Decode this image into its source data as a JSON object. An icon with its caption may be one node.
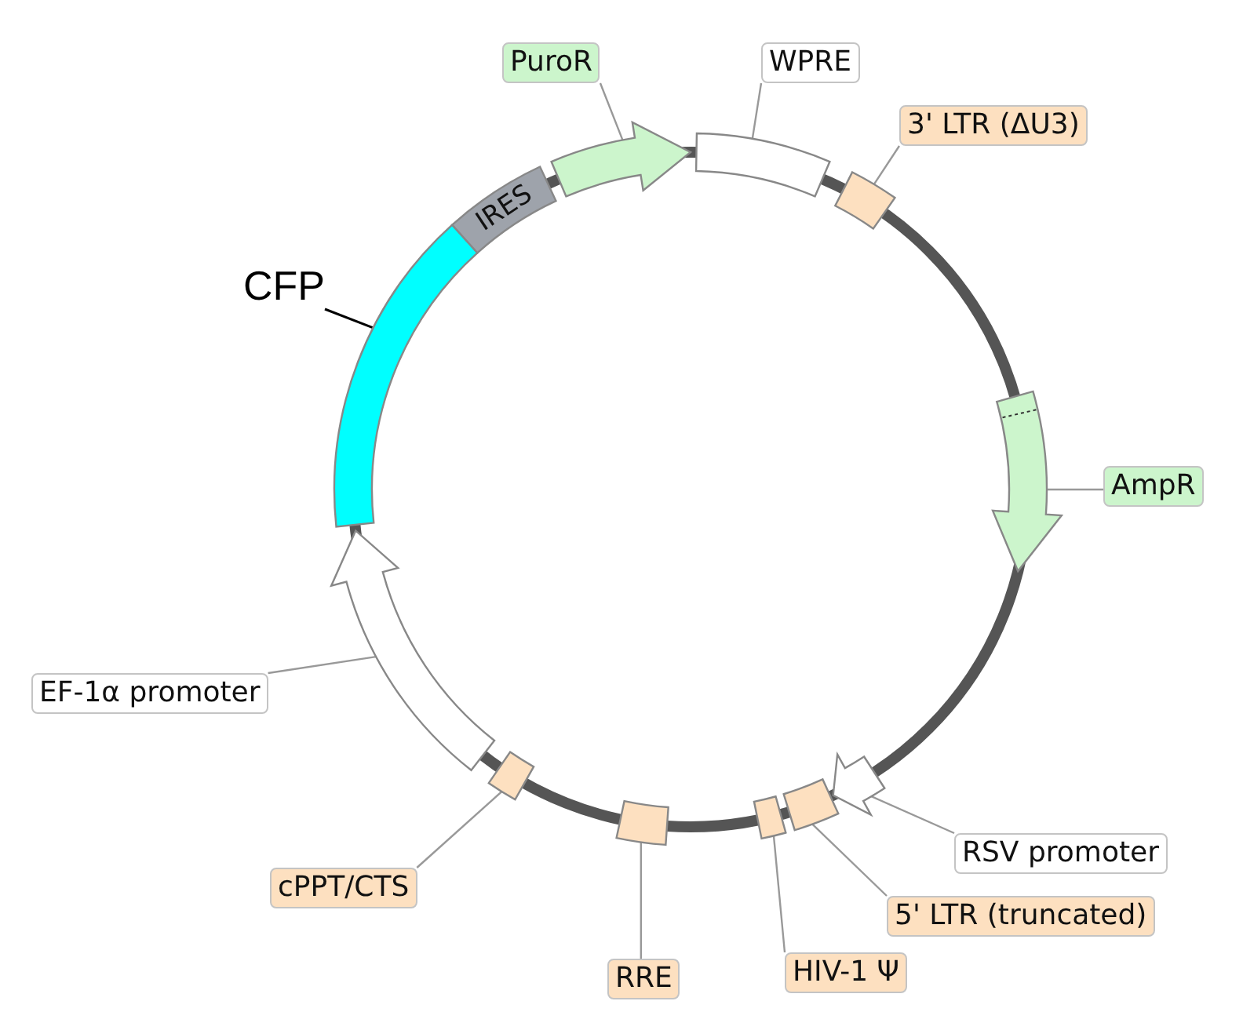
{
  "diagram": {
    "nodes": [
      {
        "text": [
          "PuroR"
        ]
      },
      {
        "text": [],
        "shape": "arrow"
      },
      {
        "text": [
          "WPRE"
        ]
      },
      {
        "text": [],
        "shape": "box"
      },
      {
        "text": [
          "3' LTR (ΔU3)"
        ]
      },
      {
        "text": [],
        "shape": "box"
      },
      {
        "text": [
          "AmpR"
        ]
      },
      {
        "text": [],
        "shape": "arrow"
      },
      {
        "text": [
          "RSV promoter"
        ]
      },
      {
        "text": [],
        "shape": "arrow"
      },
      {
        "text": [
          "5' LTR (truncated)"
        ]
      },
      {
        "text": [],
        "shape": "box"
      },
      {
        "text": [
          "HIV-1 Ψ"
        ]
      },
      {
        "text": [],
        "shape": "box"
      },
      {
        "text": [
          "RRE"
        ]
      },
      {
        "text": [],
        "shape": "box"
      },
      {
        "text": [
          "cPPT/CTS"
        ]
      },
      {
        "text": [],
        "shape": "box"
      },
      {
        "text": [
          "EF-1α promoter"
        ]
      },
      {
        "text": [],
        "shape": "arrow"
      },
      {
        "text": [
          "CFP"
        ]
      },
      {
        "text": [],
        "shape": "box"
      },
      {
        "text": [
          "IRES"
        ]
      }
    ],
    "edges": [
      {
        "from": 0,
        "to": 1,
        "arrow": "none"
      },
      {
        "from": 2,
        "to": 3,
        "arrow": "none"
      },
      {
        "from": 4,
        "to": 5,
        "arrow": "none"
      },
      {
        "from": 6,
        "to": 7,
        "arrow": "none"
      },
      {
        "from": 8,
        "to": 9,
        "arrow": "none"
      },
      {
        "from": 10,
        "to": 11,
        "arrow": "none"
      },
      {
        "from": 12,
        "to": 13,
        "arrow": "none"
      },
      {
        "from": 14,
        "to": 15,
        "arrow": "none"
      },
      {
        "from": 16,
        "to": 17,
        "arrow": "none"
      },
      {
        "from": 18,
        "to": 19,
        "arrow": "none"
      },
      {
        "from": 20,
        "to": 21,
        "arrow": "none",
        "color": "#000000"
      }
    ]
  }
}
